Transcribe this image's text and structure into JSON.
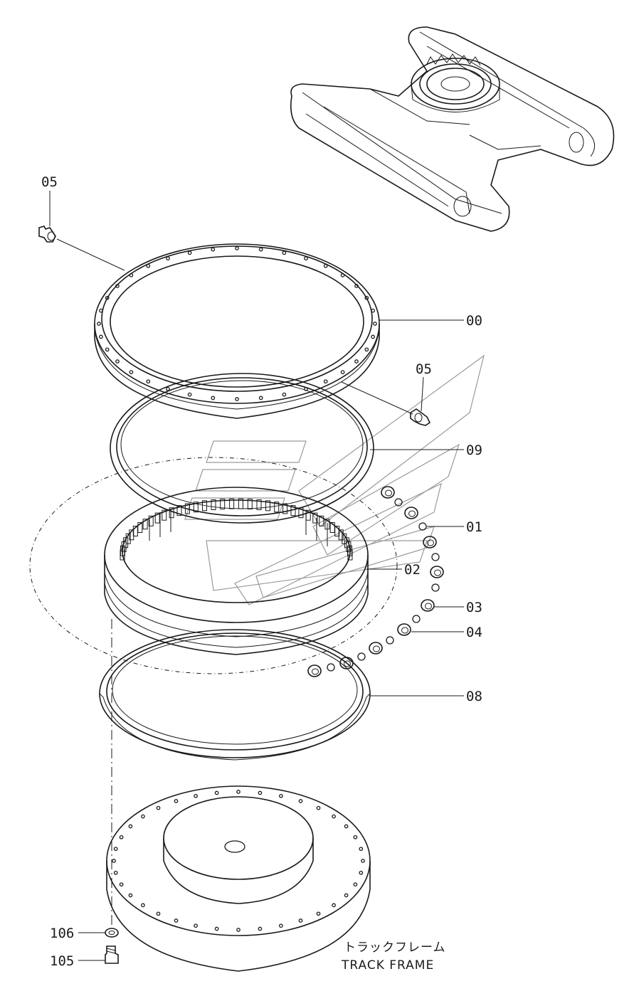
{
  "callouts": [
    {
      "id": "05",
      "text": "05"
    },
    {
      "id": "00",
      "text": "00"
    },
    {
      "id": "05b",
      "text": "05"
    },
    {
      "id": "09",
      "text": "09"
    },
    {
      "id": "01",
      "text": "01"
    },
    {
      "id": "02",
      "text": "02"
    },
    {
      "id": "03",
      "text": "03"
    },
    {
      "id": "04",
      "text": "04"
    },
    {
      "id": "08",
      "text": "08"
    },
    {
      "id": "106",
      "text": "106"
    },
    {
      "id": "105",
      "text": "105"
    }
  ],
  "caption": {
    "japanese": "トラックフレーム",
    "english": "TRACK FRAME"
  },
  "colors": {
    "line": "#1a1a1a",
    "watermark": "#9a9a9a",
    "background": "#ffffff"
  }
}
